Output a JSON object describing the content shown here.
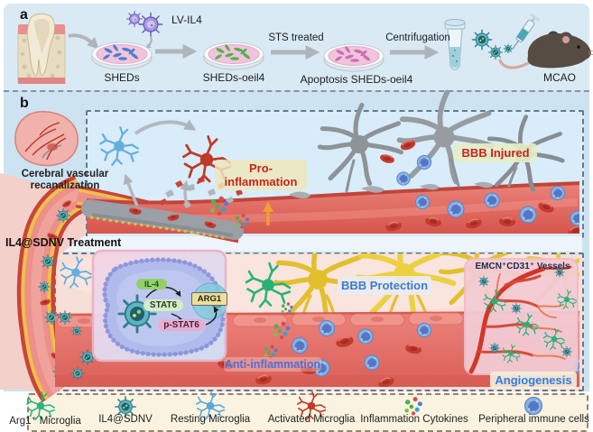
{
  "panel_a": {
    "label": "a",
    "lv_il4": "LV-IL4",
    "sheds": "SHEDs",
    "sheds_oeil4": "SHEDs-oeil4",
    "sts_treated": "STS treated",
    "apoptosis_sheds_oeil4": "Apoptosis SHEDs-oeil4",
    "centrifugation": "Centrifugation",
    "mcao": "MCAO"
  },
  "panel_b": {
    "label": "b",
    "cerebral_recanalization": "Cerebral vascular recanalization",
    "treatment": "IL4@SDNV Treatment",
    "pro_inflammation": "Pro-inflammation",
    "bbb_injured": "BBB Injured",
    "bbb_protection": "BBB Protection",
    "anti_inflammation": "Anti-inflammation",
    "angiogenesis": "Angiogenesis",
    "emcn_vessels": "EMCN⁺CD31⁺ Vessels",
    "pathway": {
      "il4": "IL-4",
      "stat6": "STAT6",
      "p_stat6": "p-STAT6",
      "arg1": "ARG1"
    }
  },
  "legend": {
    "items": [
      {
        "icon": "arg1-microglia-icon",
        "label": "Arg1⁺ Microglia"
      },
      {
        "icon": "il4-sdnv-icon",
        "label": "IL4@SDNV"
      },
      {
        "icon": "resting-microglia-icon",
        "label": "Resting Microglia"
      },
      {
        "icon": "activated-microglia-icon",
        "label": "Activated Microglia"
      },
      {
        "icon": "inflammation-cytokines-icon",
        "label": "Inflammation Cytokines"
      },
      {
        "icon": "peripheral-immune-cells-icon",
        "label": "Peripheral immune cells"
      }
    ]
  },
  "colors": {
    "panel_bg": "#d9eaf5",
    "pro_inflammation_red": "#c8231a",
    "protection_blue": "#3a7bd5",
    "angiogenesis_blue": "#2f7de0",
    "vessel_red": "#e0655c",
    "arg1_microglia_green": "#28b176",
    "resting_microglia_blue": "#5aa8dc",
    "activated_microglia_red": "#c03a28",
    "astrocyte_gray": "#8e9397",
    "astrocyte_yellow": "#e6c52e",
    "sdnv_teal": "#3fa8b8"
  }
}
